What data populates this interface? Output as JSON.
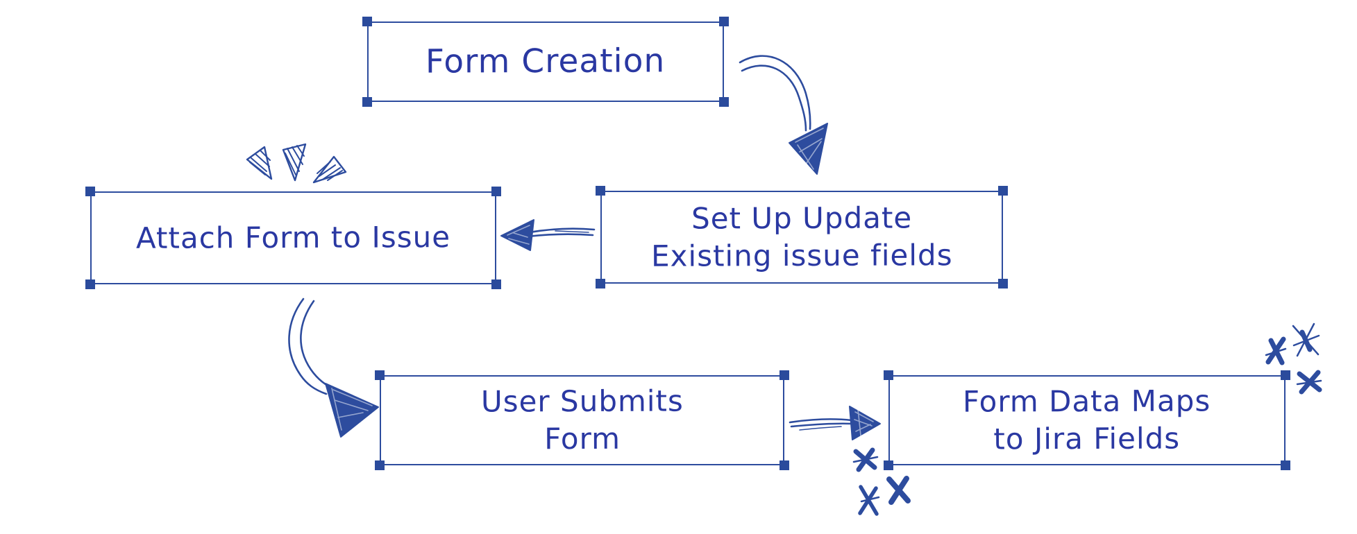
{
  "colors": {
    "ink": "#2a38a2",
    "line": "#2d4c9e",
    "handle": "#2b4b9c",
    "background": "#ffffff"
  },
  "diagram": {
    "boxes": [
      {
        "id": "form-creation",
        "label": "Form Creation"
      },
      {
        "id": "attach-form-to-issue",
        "label": "Attach Form to Issue"
      },
      {
        "id": "set-up-update",
        "label": "Set Up Update\nExisting issue fields"
      },
      {
        "id": "user-submits-form",
        "label": "User Submits\nForm"
      },
      {
        "id": "form-data-maps",
        "label": "Form Data Maps\nto Jira Fields"
      }
    ],
    "connections": [
      {
        "from": "form-creation",
        "to": "set-up-update",
        "style": "curved-sketch-arrow"
      },
      {
        "from": "set-up-update",
        "to": "attach-form-to-issue",
        "style": "straight-sketch-arrow"
      },
      {
        "from": "attach-form-to-issue",
        "to": "user-submits-form",
        "style": "curved-sketch-arrow"
      },
      {
        "from": "user-submits-form",
        "to": "form-data-maps",
        "style": "straight-sketch-arrow"
      }
    ],
    "decorations": [
      {
        "id": "emphasis-marks",
        "desc": "three hatched triangle emphasis strokes above Attach Form to Issue box"
      },
      {
        "id": "asterisk-doodles-top-right",
        "desc": "three asterisk scribbles at top-right corner of Form Data Maps box"
      },
      {
        "id": "asterisk-doodles-bottom-left",
        "desc": "three asterisk scribbles at bottom-left corner of Form Data Maps box"
      }
    ]
  }
}
